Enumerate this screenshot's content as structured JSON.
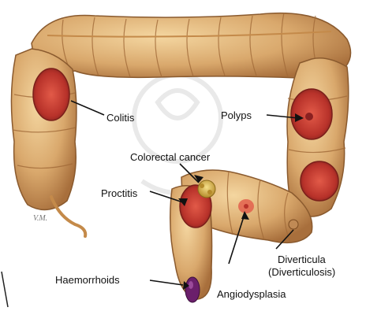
{
  "labels": {
    "colitis": "Colitis",
    "polyps": "Polyps",
    "colorectal_cancer": "Colorectal cancer",
    "proctitis": "Proctitis",
    "diverticula_line1": "Diverticula",
    "diverticula_line2": "(Diverticulosis)",
    "haemorrhoids": "Haemorrhoids",
    "angiodysplasia": "Angiodysplasia"
  },
  "colors": {
    "colon_fill": "#d9a86c",
    "colon_shadow": "#a86f3c",
    "lesion": "#b8322a",
    "tumor": "#d9b84a",
    "haemorrhoid": "#6b1f6b"
  },
  "icons": [
    "signature-mark",
    "watermark"
  ]
}
